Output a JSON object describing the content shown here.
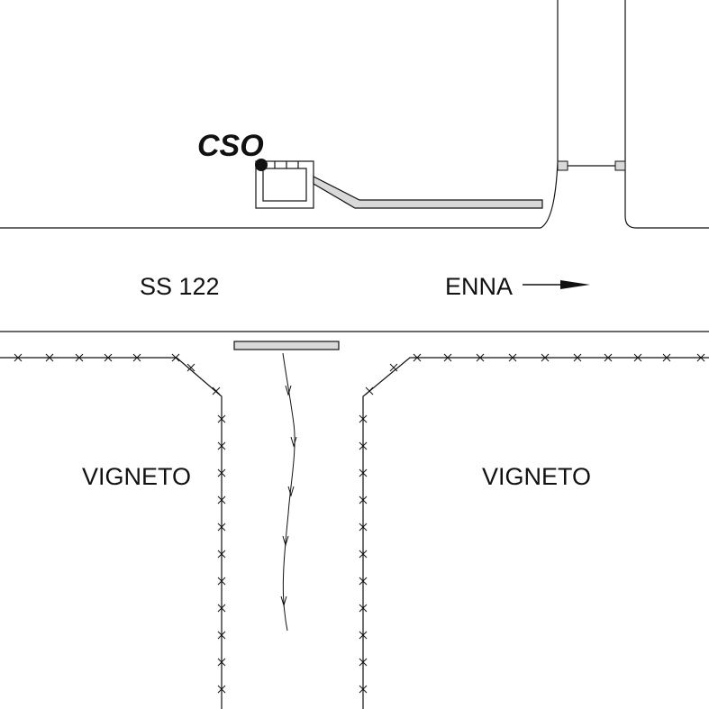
{
  "labels": {
    "cso": "CSO",
    "road": "SS 122",
    "direction": "ENNA",
    "field_left": "VIGNETO",
    "field_right": "VIGNETO"
  },
  "colors": {
    "ink": "#111111",
    "pipe_fill": "#d9d9d9",
    "background": "#ffffff"
  },
  "icons": {
    "direction_arrow": "arrow-right-icon",
    "cso_point": "cso-point-marker"
  }
}
